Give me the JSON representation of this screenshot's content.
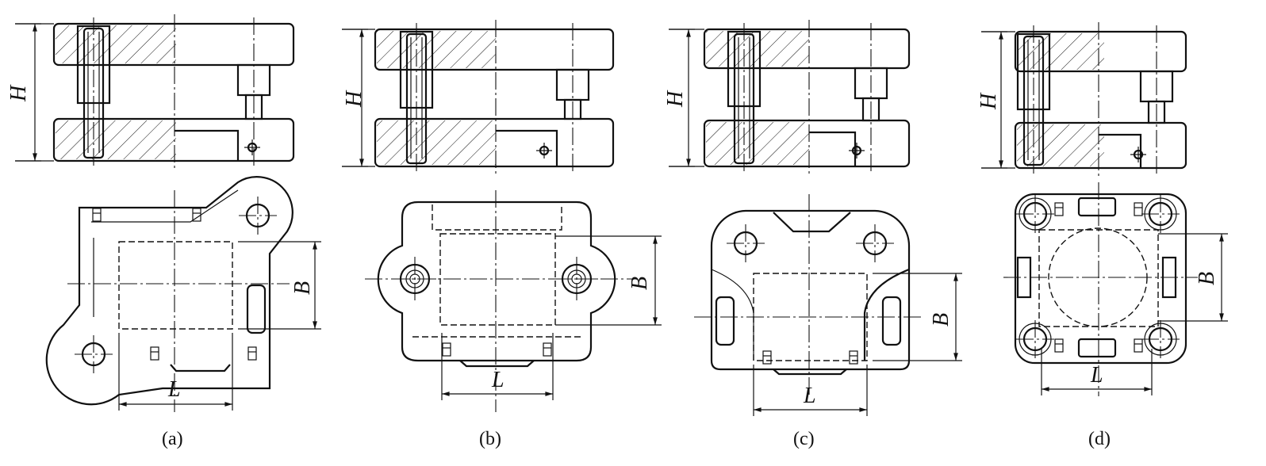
{
  "figure": {
    "panels": [
      {
        "id": "a",
        "caption": "(a)",
        "dims": {
          "height": "H",
          "width": "B",
          "length": "L"
        }
      },
      {
        "id": "b",
        "caption": "(b)",
        "dims": {
          "height": "H",
          "width": "B",
          "length": "L"
        }
      },
      {
        "id": "c",
        "caption": "(c)",
        "dims": {
          "height": "H",
          "width": "B",
          "length": "L"
        }
      },
      {
        "id": "d",
        "caption": "(d)",
        "dims": {
          "height": "H",
          "width": "B",
          "length": "L"
        }
      }
    ]
  }
}
